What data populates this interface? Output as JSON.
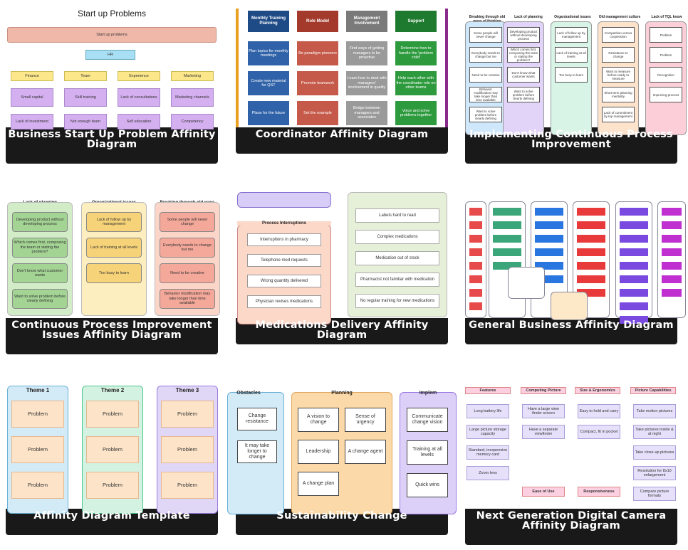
{
  "cards": [
    {
      "title": "Business Start Up Problem Affinity Diagram"
    },
    {
      "title": "Coordinator Affinity Diagram"
    },
    {
      "title": "Implementing Continuous Process Improvement"
    },
    {
      "title": "Continuous Process Improvement Issues Affinity Diagram"
    },
    {
      "title": "Medications Delivery Affinity Diagram"
    },
    {
      "title": "General Business Affinity Diagram"
    },
    {
      "title": "Affinity Diagram Template"
    },
    {
      "title": "Sustainability Change"
    },
    {
      "title": "Next Generation Digital Camera Affinity Diagram"
    }
  ],
  "t1": {
    "heading": "Start up Problems",
    "banner": "Start up problems",
    "hr": "HR",
    "cats": [
      "Finance",
      "Team",
      "Experience",
      "Marketing"
    ],
    "row1": [
      "Small capital",
      "Skill training",
      "Lack of consultations",
      "Marketing channels"
    ],
    "row2": [
      "Lack of investment",
      "Not enough team",
      "Self education",
      "Competency"
    ]
  },
  "t2": {
    "headers": [
      "Monthly Training Planning",
      "Role Model",
      "Management Involvement",
      "Support"
    ],
    "rows": [
      [
        "Plan topics for monthly meetings",
        "Be paradigm pioneers",
        "Find ways of getting managers to be proactive",
        "Determine how to handle the 'problem child'"
      ],
      [
        "Create new material for QST",
        "Promote teamwork",
        "Learn how to deal with managers' involvement in quality",
        "Help each other with the coordinator role on other teams"
      ],
      [
        "Plans for the future",
        "Set the example",
        "Bridge between managers and associates",
        "Voice and solve problems together"
      ]
    ]
  },
  "t3": {
    "headers": [
      "Breaking through old ways of thinking",
      "Lack of planning",
      "Organizational issues",
      "Old management culture",
      "Lack of TQL know"
    ],
    "c1": [
      "Some people will never change",
      "Everybody needs to change but me",
      "Need to be creative",
      "Behavior modification may take longer than time available",
      "Want to solve problem before clearly defining"
    ],
    "c2": [
      "Developing product without developing process",
      "Which comes first, composing the team or stating the problem?",
      "Don't know what customer wants",
      "Want to solve problem before clearly defining"
    ],
    "c3": [
      "Lack of follow up by management",
      "Lack of training at all levels",
      "Too busy to learn"
    ],
    "c4": [
      "Competition versus cooperation",
      "Resistance to change",
      "Want to measure before ready to measure",
      "Short term planning mentality",
      "Lack of commitment by top management"
    ],
    "c5": [
      "Problem",
      "Problem",
      "Recognition",
      "Improving process"
    ]
  },
  "t4": {
    "headers": [
      "Lack of planning",
      "Organizational issues",
      "Breaking through old ways"
    ],
    "c1": [
      "Developing product without developing process",
      "Which comes first, composing the team or stating the problem?",
      "Don't know what customer wants",
      "Want to solve problem before clearly defining"
    ],
    "c2": [
      "Lack of follow up by management",
      "Lack of training at all levels",
      "Too busy to learn"
    ],
    "c3": [
      "Some people will never change",
      "Everybody needs to change but me",
      "Need to be creative",
      "Behavior modification may take longer than time available"
    ]
  },
  "t5": {
    "group": "Process Interruptions",
    "left": [
      "Interruptions in pharmacy",
      "Telephone med requests",
      "Wrong quantity delivered",
      "Physician revises medications"
    ],
    "right": [
      "Labels hard to read",
      "Complex medications",
      "Medication out of stock",
      "Pharmacist not familiar with medication",
      "No regular training for new medications"
    ]
  },
  "t7": {
    "headers": [
      "Theme 1",
      "Theme 2",
      "Theme 3"
    ],
    "item": "Problem"
  },
  "t8": {
    "headers": [
      "Obstacles",
      "Planning",
      "Implem"
    ],
    "c1": [
      "Change resistance",
      "It may take longer to change"
    ],
    "c2": [
      "A vision to change",
      "Sense of urgency",
      "Leadership",
      "A change agent",
      "A change plan"
    ],
    "c3": [
      "Communicate change vision",
      "Training at all levels",
      "Quick wins"
    ]
  },
  "t9": {
    "headers": [
      "Features",
      "Computing Picture",
      "Size & Ergonomics",
      "Picture Capabilities"
    ],
    "c1": [
      "Long battery life",
      "Large picture storage capacity",
      "Standard, inexpensive memory card",
      "Zoom lens"
    ],
    "c2": [
      "Have a large view finder screen",
      "Have a separate viewfinder"
    ],
    "c3": [
      "Easy to hold and carry",
      "Compact, fit in pocket"
    ],
    "c4": [
      "Take motion pictures",
      "Take pictures inside & at night",
      "Take close-up pictures",
      "Resolution for 8x10 enlargement",
      "Compare picture formats"
    ],
    "sub": [
      "Ease of Use",
      "Responsiveness"
    ]
  },
  "colors": {
    "card_bg": "#191919",
    "title_text": "#ffffff"
  }
}
